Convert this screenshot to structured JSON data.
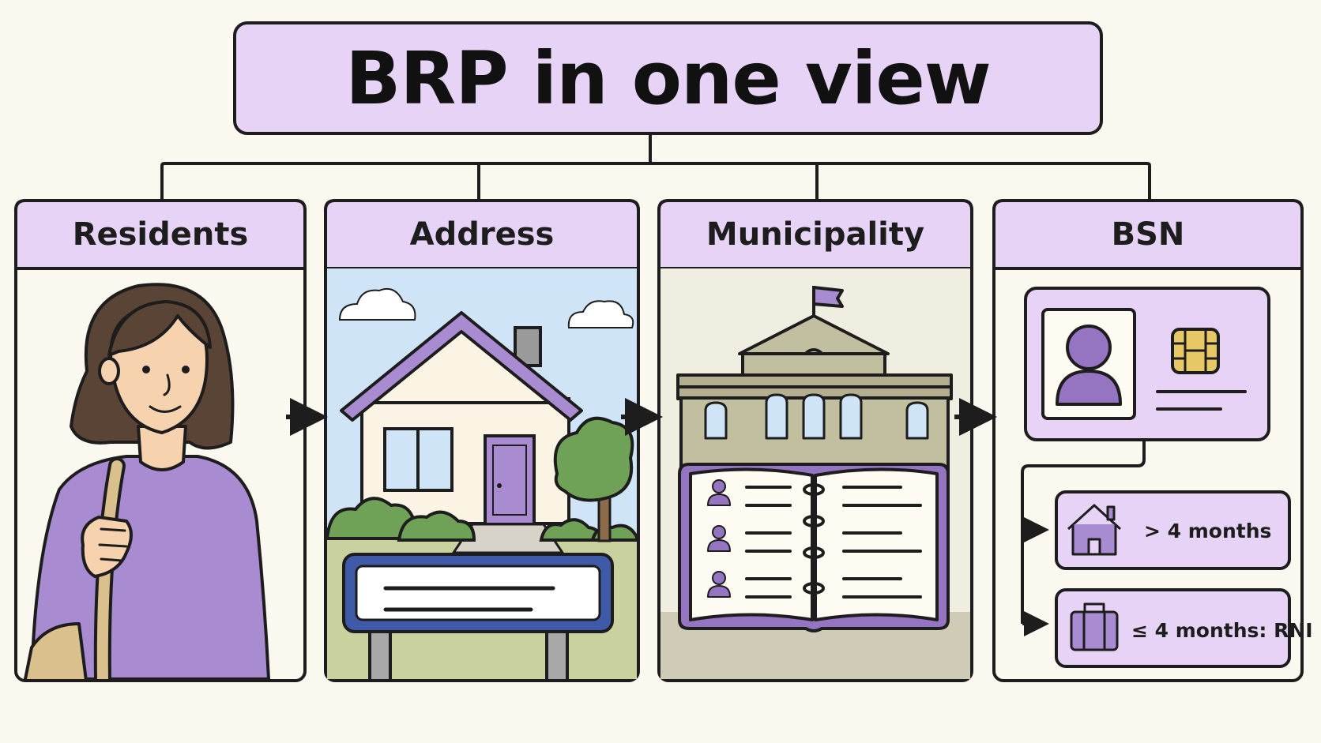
{
  "title": "BRP in one view",
  "panels": [
    {
      "label": "Residents"
    },
    {
      "label": "Address"
    },
    {
      "label": "Municipality"
    },
    {
      "label": "BSN"
    }
  ],
  "bsn_branches": [
    {
      "label": "> 4 months",
      "icon": "house-icon"
    },
    {
      "label": "≤ 4 months: RNI",
      "icon": "suitcase-icon"
    }
  ],
  "colors": {
    "lavender": "#e7d3f5",
    "purple": "#a98bd1",
    "outline": "#1d1d1d",
    "background": "#fbf9ef"
  }
}
